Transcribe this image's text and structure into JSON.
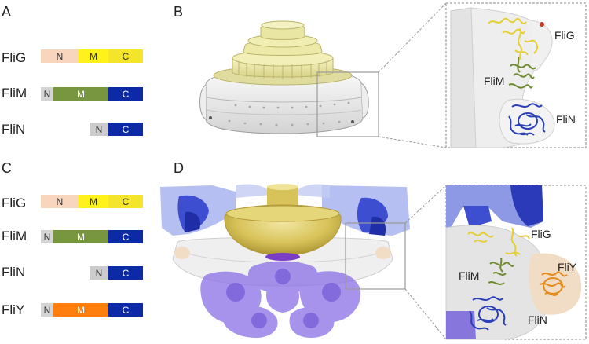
{
  "panels": {
    "A": "A",
    "B": "B",
    "C": "C",
    "D": "D"
  },
  "proteins": {
    "flig": "FliG",
    "flim": "FliM",
    "flin": "FliN",
    "fliy": "FliY"
  },
  "domains": {
    "N": "N",
    "M": "M",
    "C": "C"
  },
  "colors": {
    "flig_n": "#f8d5bd",
    "flig_m": "#fff21a",
    "flig_c": "#f5e52a",
    "flim_n": "#d4d4d4",
    "flim_m": "#77963f",
    "flim_c": "#0c2aa6",
    "flin_n": "#cccccc",
    "flin_c": "#0c2aa6",
    "fliy_n": "#d4d4d4",
    "fliy_m": "#ff7f0e",
    "fliy_c": "#0c2aa6",
    "top_ring": "#e9e6a6",
    "bottom_ring": "#d8c35a",
    "membrane_blue": "#5c6fe0",
    "purple": "#8b6fe6"
  }
}
